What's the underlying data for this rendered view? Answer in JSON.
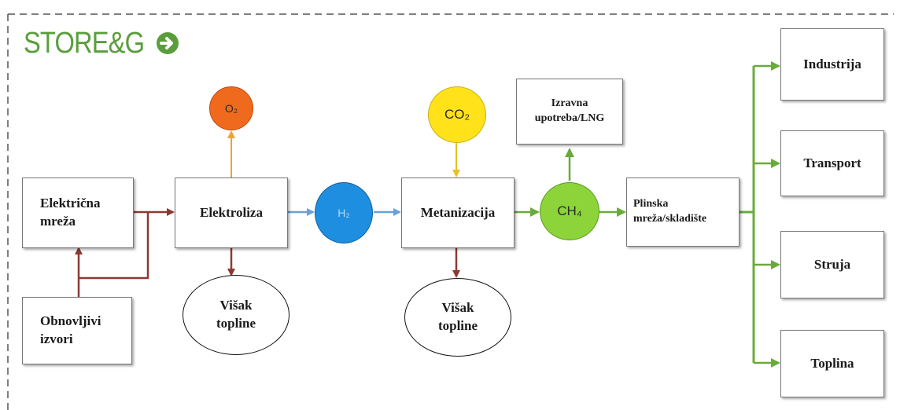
{
  "logo": {
    "text": "STORE&G",
    "arrow_icon": "circle-arrow-right-icon",
    "color": "#5a9e3c"
  },
  "nodes": {
    "grid": "Električna\nmreža",
    "renewables": "Obnovljivi\nizvori",
    "electrolysis": "Elektroliza",
    "o2": "O₂",
    "h2": "H₂",
    "waste_heat_1": "Višak\ntopline",
    "methanation": "Metanizacija",
    "co2": "CO₂",
    "waste_heat_2": "Višak\ntopline",
    "ch4": "CH₄",
    "direct_use": "Izravna\nupotreba/LNG",
    "gas_grid": "Plinska\nmreža/skladište",
    "industry": "Industrija",
    "transport": "Transport",
    "power": "Struja",
    "heat": "Toplina"
  },
  "colors": {
    "o2": "#f06a1e",
    "h2": "#1e8fe0",
    "co2": "#ffe21a",
    "ch4": "#8cd43a",
    "arrow_brown": "#8b3a32",
    "arrow_orange": "#f0a040",
    "arrow_blue": "#6aa0d8",
    "arrow_green": "#6aaa3a",
    "arrow_yellow": "#e8c020"
  }
}
